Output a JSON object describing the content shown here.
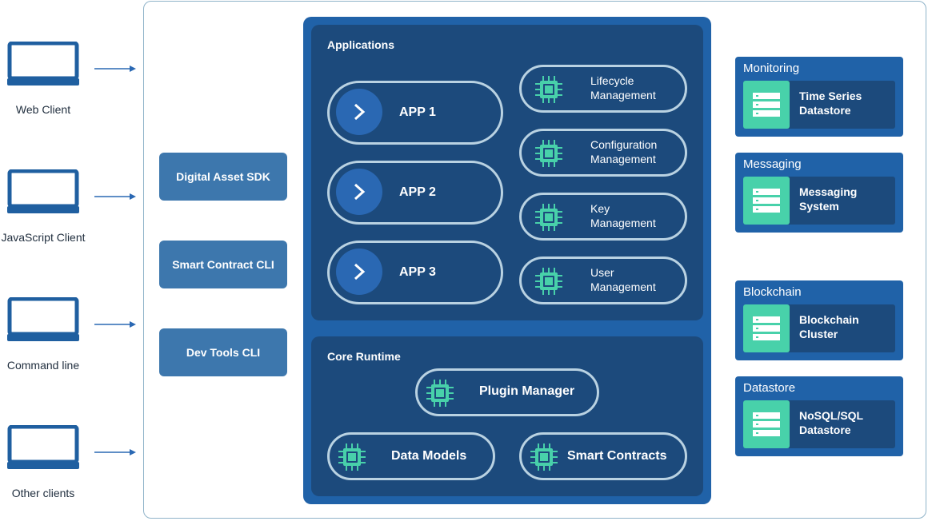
{
  "clients": [
    {
      "label": "Web Client"
    },
    {
      "label": "JavaScript Client"
    },
    {
      "label": "Command line"
    },
    {
      "label": "Other clients"
    }
  ],
  "sdk_boxes": [
    {
      "label": "Digital Asset SDK"
    },
    {
      "label": "Smart Contract CLI"
    },
    {
      "label": "Dev Tools CLI"
    }
  ],
  "applications": {
    "title": "Applications",
    "apps": [
      {
        "label": "APP 1"
      },
      {
        "label": "APP 2"
      },
      {
        "label": "APP 3"
      }
    ],
    "services": [
      {
        "line1": "Lifecycle",
        "line2": "Management"
      },
      {
        "line1": "Configuration",
        "line2": "Management"
      },
      {
        "line1": "Key",
        "line2": "Management"
      },
      {
        "line1": "User",
        "line2": "Management"
      }
    ]
  },
  "core_runtime": {
    "title": "Core Runtime",
    "plugin_manager": "Plugin Manager",
    "data_models": "Data Models",
    "smart_contracts": "Smart Contracts"
  },
  "infrastructure": [
    {
      "title": "Monitoring",
      "line1": "Time Series",
      "line2": "Datastore"
    },
    {
      "title": "Messaging",
      "line1": "Messaging",
      "line2": "System"
    },
    {
      "title": "Blockchain",
      "line1": "Blockchain",
      "line2": "Cluster"
    },
    {
      "title": "Datastore",
      "line1": "NoSQL/SQL",
      "line2": "Datastore"
    }
  ],
  "icons": {
    "client": "laptop-icon",
    "app": "chevron-right-icon",
    "service": "chip-icon",
    "infrastructure": "database-server-icon"
  },
  "colors": {
    "navy": "#1c4a7c",
    "blue": "#2062a8",
    "steel": "#3d77ad",
    "teal": "#48d1aa",
    "outline": "#b9d2e2"
  }
}
